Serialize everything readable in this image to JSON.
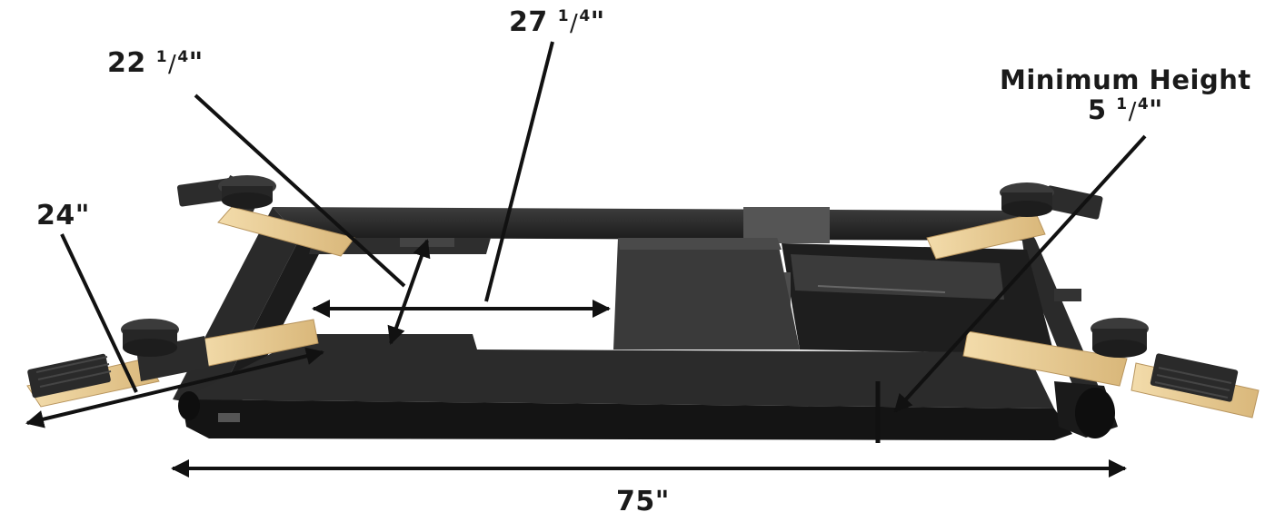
{
  "dimensions": {
    "width_22": {
      "whole": "22",
      "num": "1",
      "den": "4",
      "unit": "\""
    },
    "width_27": {
      "whole": "27",
      "num": "1",
      "den": "4",
      "unit": "\""
    },
    "arm_24": {
      "text": "24\""
    },
    "length_75": {
      "text": "75\""
    },
    "min_height": {
      "title": "Minimum Height",
      "whole": "5",
      "num": "1",
      "den": "4",
      "unit": "\""
    }
  },
  "colors": {
    "frame": "#262626",
    "frame_dark": "#111111",
    "frame_highlight": "#4a4a4a",
    "plate": "#3a3a3a",
    "arm_pad": "#e8c98a",
    "arm_pad_edge": "#c9a56a",
    "rubber": "#2c2c2c",
    "arrow": "#111111"
  }
}
